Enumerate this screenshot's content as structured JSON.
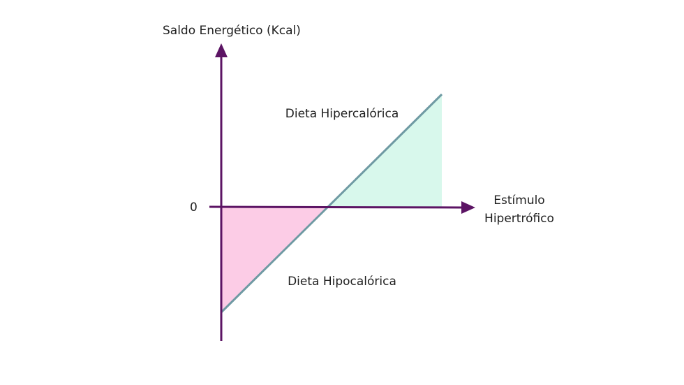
{
  "diagram": {
    "y_axis_label": "Saldo Energético (Kcal)",
    "x_axis_label_line1": "Estímulo",
    "x_axis_label_line2": "Hipertrófico",
    "zero_label": "0",
    "region_surplus_label": "Dieta Hipercalórica",
    "region_deficit_label": "Dieta Hipocalórica"
  },
  "colors": {
    "axis": "#5c1464",
    "trend_line": "#6f9aa3",
    "surplus_fill": "#d8f8ec",
    "deficit_fill": "#fccce6"
  }
}
